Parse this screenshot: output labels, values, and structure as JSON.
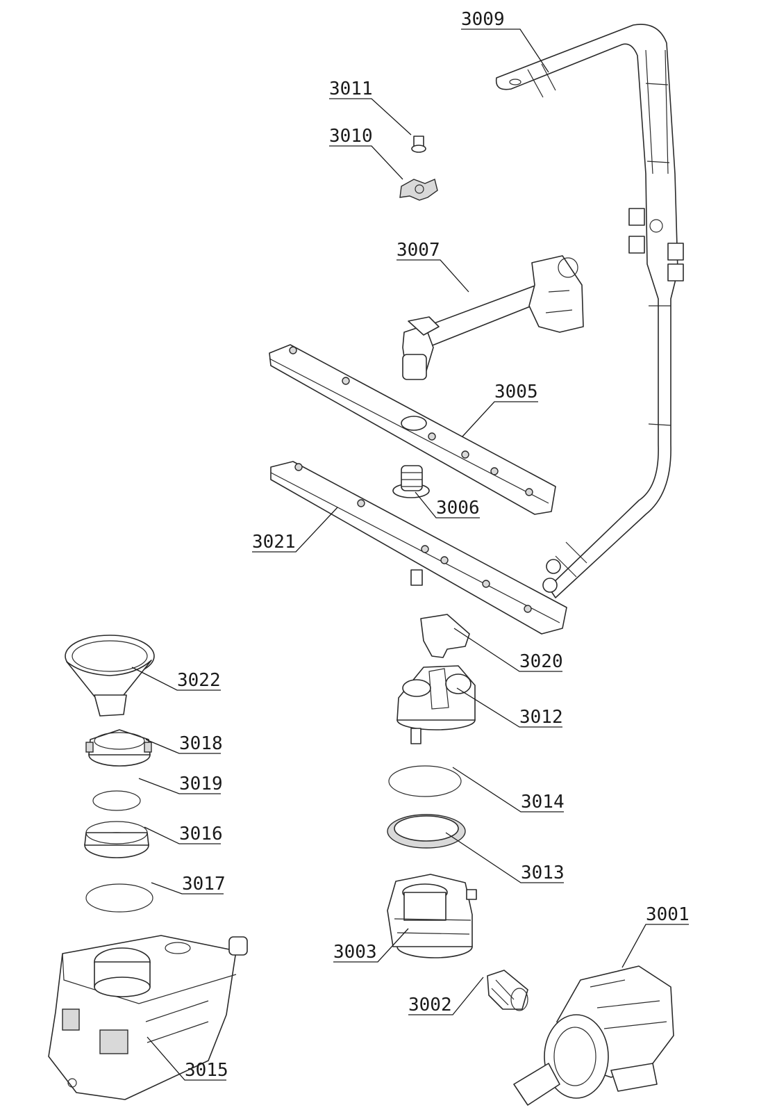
{
  "diagram": {
    "callouts": {
      "p3009": "3009",
      "p3011": "3011",
      "p3010": "3010",
      "p3007": "3007",
      "p3005": "3005",
      "p3006": "3006",
      "p3021": "3021",
      "p3020": "3020",
      "p3022": "3022",
      "p3012": "3012",
      "p3018": "3018",
      "p3019": "3019",
      "p3014": "3014",
      "p3016": "3016",
      "p3013": "3013",
      "p3017": "3017",
      "p3001": "3001",
      "p3003": "3003",
      "p3002": "3002",
      "p3015": "3015"
    }
  }
}
